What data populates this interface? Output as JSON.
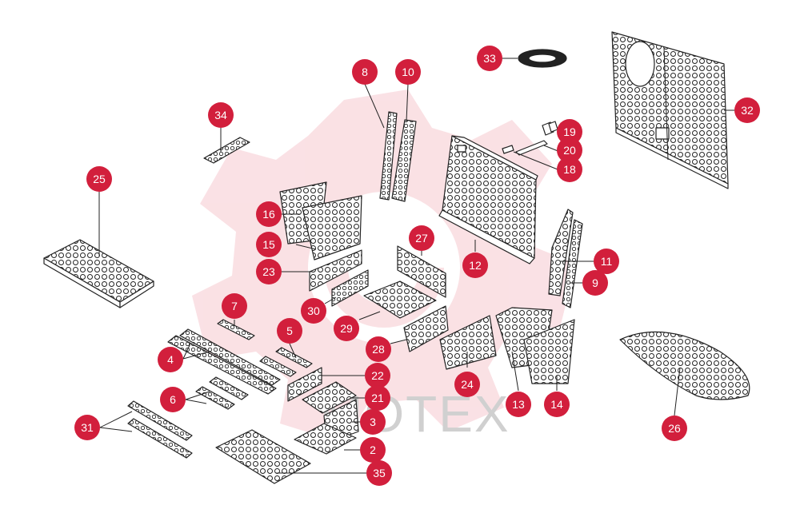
{
  "watermark": {
    "text": "MOTEX"
  },
  "colors": {
    "callout": "#d21f3c",
    "watermark_gear": "#f6c9cf",
    "outline": "#222222"
  },
  "callouts": [
    "33",
    "8",
    "10",
    "34",
    "19",
    "20",
    "18",
    "32",
    "25",
    "16",
    "15",
    "27",
    "12",
    "23",
    "11",
    "9",
    "30",
    "7",
    "5",
    "29",
    "28",
    "4",
    "22",
    "24",
    "13",
    "14",
    "6",
    "21",
    "3",
    "31",
    "2",
    "35",
    "26"
  ]
}
